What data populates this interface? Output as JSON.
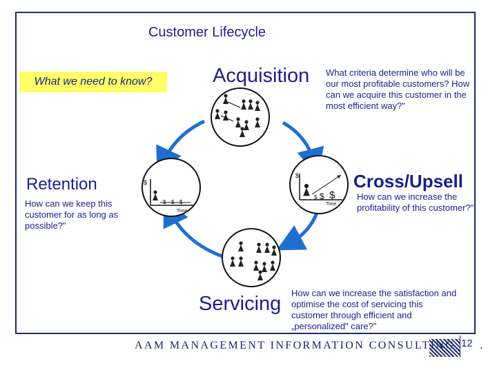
{
  "title": "Customer Lifecycle",
  "need_label": "What we need to know?",
  "stages": {
    "acquisition": {
      "label": "Acquisition",
      "question": "What criteria determine who will be our most profitable customers? How can we acquire this customer in the most efficient way?\""
    },
    "retention": {
      "label": "Retention",
      "question": "How can we keep this customer for as long as possible?\""
    },
    "cross_upsell": {
      "label": "Cross/Upsell",
      "question": "How can we increase the profitability of this customer?\""
    },
    "servicing": {
      "label": "Servicing",
      "question": "How can we increase the satisfaction and optimise the cost of servicing this customer through efficient and „personalized\" care?\""
    }
  },
  "graphs": {
    "dollar_axis": "$",
    "time_axis": "Time",
    "dollar_mark": "$"
  },
  "footer": {
    "company": "AAM MANAGEMENT INFORMATION CONSULTING Ltd.",
    "page_number": "12"
  },
  "colors": {
    "text": "#1a1f8a",
    "highlight": "#ffff66",
    "arrow": "#1e6fd0",
    "frame": "#1a2a6e"
  }
}
